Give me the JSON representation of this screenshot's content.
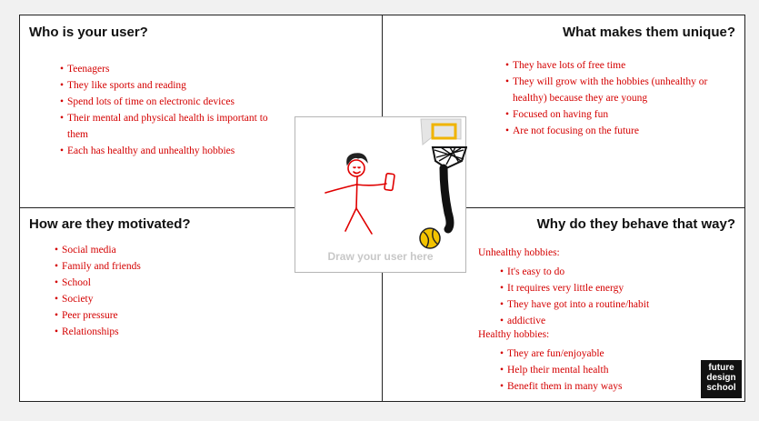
{
  "quadrants": {
    "user": {
      "title": "Who is your user?",
      "items": [
        "Teenagers",
        "They like sports and reading",
        "Spend lots of time on electronic devices",
        "Their mental and physical health is important to",
        "Each has healthy and unhealthy hobbies"
      ],
      "item_continuation": "them"
    },
    "unique": {
      "title": "What makes them unique?",
      "items": [
        "They have lots of free time",
        "They will grow with the hobbies (unhealthy or",
        "Focused on having fun",
        "Are not focusing on the future"
      ],
      "item_continuation": "healthy) because they are young"
    },
    "motivated": {
      "title": "How are they motivated?",
      "items": [
        "Social media",
        "Family and friends",
        "School",
        "Society",
        "Peer pressure",
        "Relationships"
      ]
    },
    "behave": {
      "title": "Why do they behave that way?",
      "unhealthy_heading": "Unhealthy hobbies:",
      "unhealthy_items": [
        "It's easy to do",
        "It requires very little energy",
        "They have got into a routine/habit",
        "addictive"
      ],
      "healthy_heading": "Healthy hobbies:",
      "healthy_items": [
        "They are fun/enjoyable",
        "Help their mental health",
        "Benefit them in many ways"
      ]
    }
  },
  "center": {
    "placeholder_label": "Draw your user here"
  },
  "logo": {
    "line1": "future",
    "line2": "design",
    "line3": "school"
  },
  "colors": {
    "bullet_text": "#d40000",
    "border": "#222222",
    "placeholder": "#c8c8c8"
  }
}
